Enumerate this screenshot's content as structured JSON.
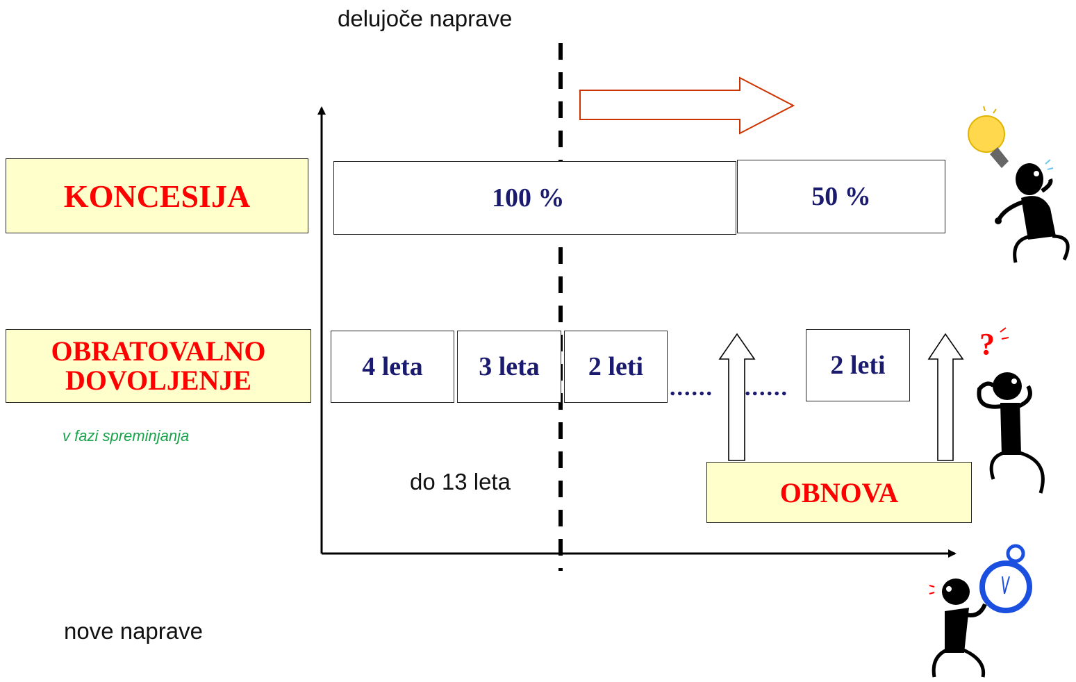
{
  "top_label": "delujoče naprave",
  "bottom_label": "nove naprave",
  "koncesija": {
    "label": "KONCESIJA",
    "segments": [
      "100 %",
      "50 %"
    ]
  },
  "obratovalno": {
    "label_line1": "OBRATOVALNO",
    "label_line2": "DOVOLJENJE",
    "note": "v fazi spreminjanja",
    "segments": [
      "4 leta",
      "3 leta",
      "2 leti",
      "2 leti"
    ],
    "dots": "......",
    "dots2": "......"
  },
  "duration_label": "do 13 leta",
  "obnova_label": "OBNOVA",
  "icons": [
    "lightbulb-figure-icon",
    "question-figure-icon",
    "stopwatch-figure-icon"
  ],
  "colors": {
    "box_fill": "#ffffcc",
    "red_text": "#ff0000",
    "navy_text": "#1a1a6e",
    "arrow_outline": "#cc3300",
    "note_green": "#1aa34a"
  }
}
